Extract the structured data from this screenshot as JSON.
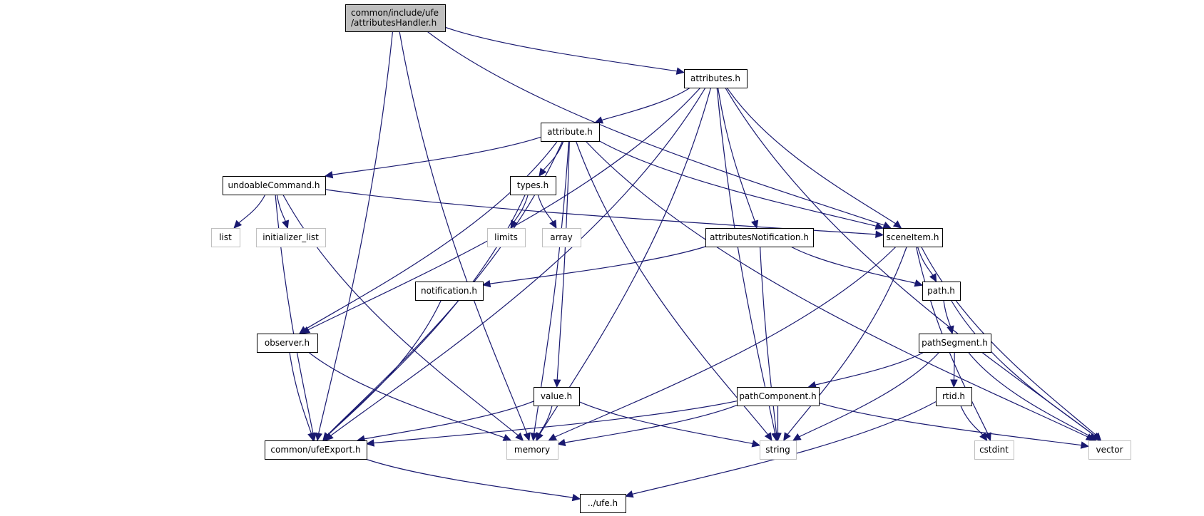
{
  "title": "common/include/ufe/attributesHandler.h include dependency graph",
  "colors": {
    "edge": "#191970",
    "root_fill": "#bfbfbf",
    "node_border": "#000000",
    "system_border": "#bfbfbf"
  },
  "nodes": [
    {
      "id": "attributesHandler",
      "lines": [
        "common/include/ufe",
        "/attributesHandler.h"
      ],
      "kind": "root"
    },
    {
      "id": "attributes",
      "lines": [
        "attributes.h"
      ],
      "kind": "local"
    },
    {
      "id": "attribute",
      "lines": [
        "attribute.h"
      ],
      "kind": "local"
    },
    {
      "id": "undoableCommand",
      "lines": [
        "undoableCommand.h"
      ],
      "kind": "local"
    },
    {
      "id": "types",
      "lines": [
        "types.h"
      ],
      "kind": "local"
    },
    {
      "id": "list",
      "lines": [
        "list"
      ],
      "kind": "system"
    },
    {
      "id": "initializer_list",
      "lines": [
        "initializer_list"
      ],
      "kind": "system"
    },
    {
      "id": "limits",
      "lines": [
        "limits"
      ],
      "kind": "system"
    },
    {
      "id": "array",
      "lines": [
        "array"
      ],
      "kind": "system"
    },
    {
      "id": "attributesNotification",
      "lines": [
        "attributesNotification.h"
      ],
      "kind": "local"
    },
    {
      "id": "sceneItem",
      "lines": [
        "sceneItem.h"
      ],
      "kind": "local"
    },
    {
      "id": "notification",
      "lines": [
        "notification.h"
      ],
      "kind": "local"
    },
    {
      "id": "path",
      "lines": [
        "path.h"
      ],
      "kind": "local"
    },
    {
      "id": "observer",
      "lines": [
        "observer.h"
      ],
      "kind": "local"
    },
    {
      "id": "pathSegment",
      "lines": [
        "pathSegment.h"
      ],
      "kind": "local"
    },
    {
      "id": "value",
      "lines": [
        "value.h"
      ],
      "kind": "local"
    },
    {
      "id": "pathComponent",
      "lines": [
        "pathComponent.h"
      ],
      "kind": "local"
    },
    {
      "id": "rtid",
      "lines": [
        "rtid.h"
      ],
      "kind": "local"
    },
    {
      "id": "ufeExport",
      "lines": [
        "common/ufeExport.h"
      ],
      "kind": "local"
    },
    {
      "id": "memory",
      "lines": [
        "memory"
      ],
      "kind": "system"
    },
    {
      "id": "string",
      "lines": [
        "string"
      ],
      "kind": "system"
    },
    {
      "id": "cstdint",
      "lines": [
        "cstdint"
      ],
      "kind": "system"
    },
    {
      "id": "vector",
      "lines": [
        "vector"
      ],
      "kind": "system"
    },
    {
      "id": "ufe",
      "lines": [
        "../ufe.h"
      ],
      "kind": "local"
    }
  ],
  "edges": [
    [
      "attributesHandler",
      "attributes"
    ],
    [
      "attributesHandler",
      "sceneItem"
    ],
    [
      "attributesHandler",
      "ufeExport"
    ],
    [
      "attributesHandler",
      "memory"
    ],
    [
      "attributes",
      "attribute"
    ],
    [
      "attributes",
      "attributesNotification"
    ],
    [
      "attributes",
      "sceneItem"
    ],
    [
      "attributes",
      "observer"
    ],
    [
      "attributes",
      "ufeExport"
    ],
    [
      "attributes",
      "memory"
    ],
    [
      "attributes",
      "string"
    ],
    [
      "attributes",
      "vector"
    ],
    [
      "attribute",
      "undoableCommand"
    ],
    [
      "attribute",
      "types"
    ],
    [
      "attribute",
      "value"
    ],
    [
      "attribute",
      "observer"
    ],
    [
      "attribute",
      "sceneItem"
    ],
    [
      "attribute",
      "ufeExport"
    ],
    [
      "attribute",
      "memory"
    ],
    [
      "attribute",
      "string"
    ],
    [
      "attribute",
      "vector"
    ],
    [
      "undoableCommand",
      "list"
    ],
    [
      "undoableCommand",
      "initializer_list"
    ],
    [
      "undoableCommand",
      "sceneItem"
    ],
    [
      "undoableCommand",
      "ufeExport"
    ],
    [
      "undoableCommand",
      "memory"
    ],
    [
      "types",
      "limits"
    ],
    [
      "types",
      "array"
    ],
    [
      "types",
      "ufeExport"
    ],
    [
      "attributesNotification",
      "notification"
    ],
    [
      "attributesNotification",
      "path"
    ],
    [
      "attributesNotification",
      "string"
    ],
    [
      "sceneItem",
      "path"
    ],
    [
      "sceneItem",
      "memory"
    ],
    [
      "sceneItem",
      "string"
    ],
    [
      "sceneItem",
      "cstdint"
    ],
    [
      "sceneItem",
      "vector"
    ],
    [
      "notification",
      "ufeExport"
    ],
    [
      "observer",
      "ufeExport"
    ],
    [
      "observer",
      "memory"
    ],
    [
      "path",
      "pathSegment"
    ],
    [
      "path",
      "vector"
    ],
    [
      "pathSegment",
      "pathComponent"
    ],
    [
      "pathSegment",
      "rtid"
    ],
    [
      "pathSegment",
      "string"
    ],
    [
      "pathSegment",
      "vector"
    ],
    [
      "value",
      "ufeExport"
    ],
    [
      "value",
      "memory"
    ],
    [
      "value",
      "string"
    ],
    [
      "pathComponent",
      "ufeExport"
    ],
    [
      "pathComponent",
      "memory"
    ],
    [
      "pathComponent",
      "string"
    ],
    [
      "pathComponent",
      "vector"
    ],
    [
      "rtid",
      "cstdint"
    ],
    [
      "rtid",
      "ufe"
    ],
    [
      "ufeExport",
      "ufe"
    ]
  ]
}
